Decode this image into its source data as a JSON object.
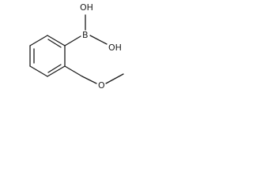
{
  "molecule": {
    "atoms": {
      "boron": "B",
      "hydroxyl_top": "OH",
      "hydroxyl_right": "OH",
      "ether_oxygen": "O"
    }
  },
  "colors": {
    "bond": "#1a1a1a",
    "label": "#1a1a1a",
    "background": "#ffffff"
  }
}
